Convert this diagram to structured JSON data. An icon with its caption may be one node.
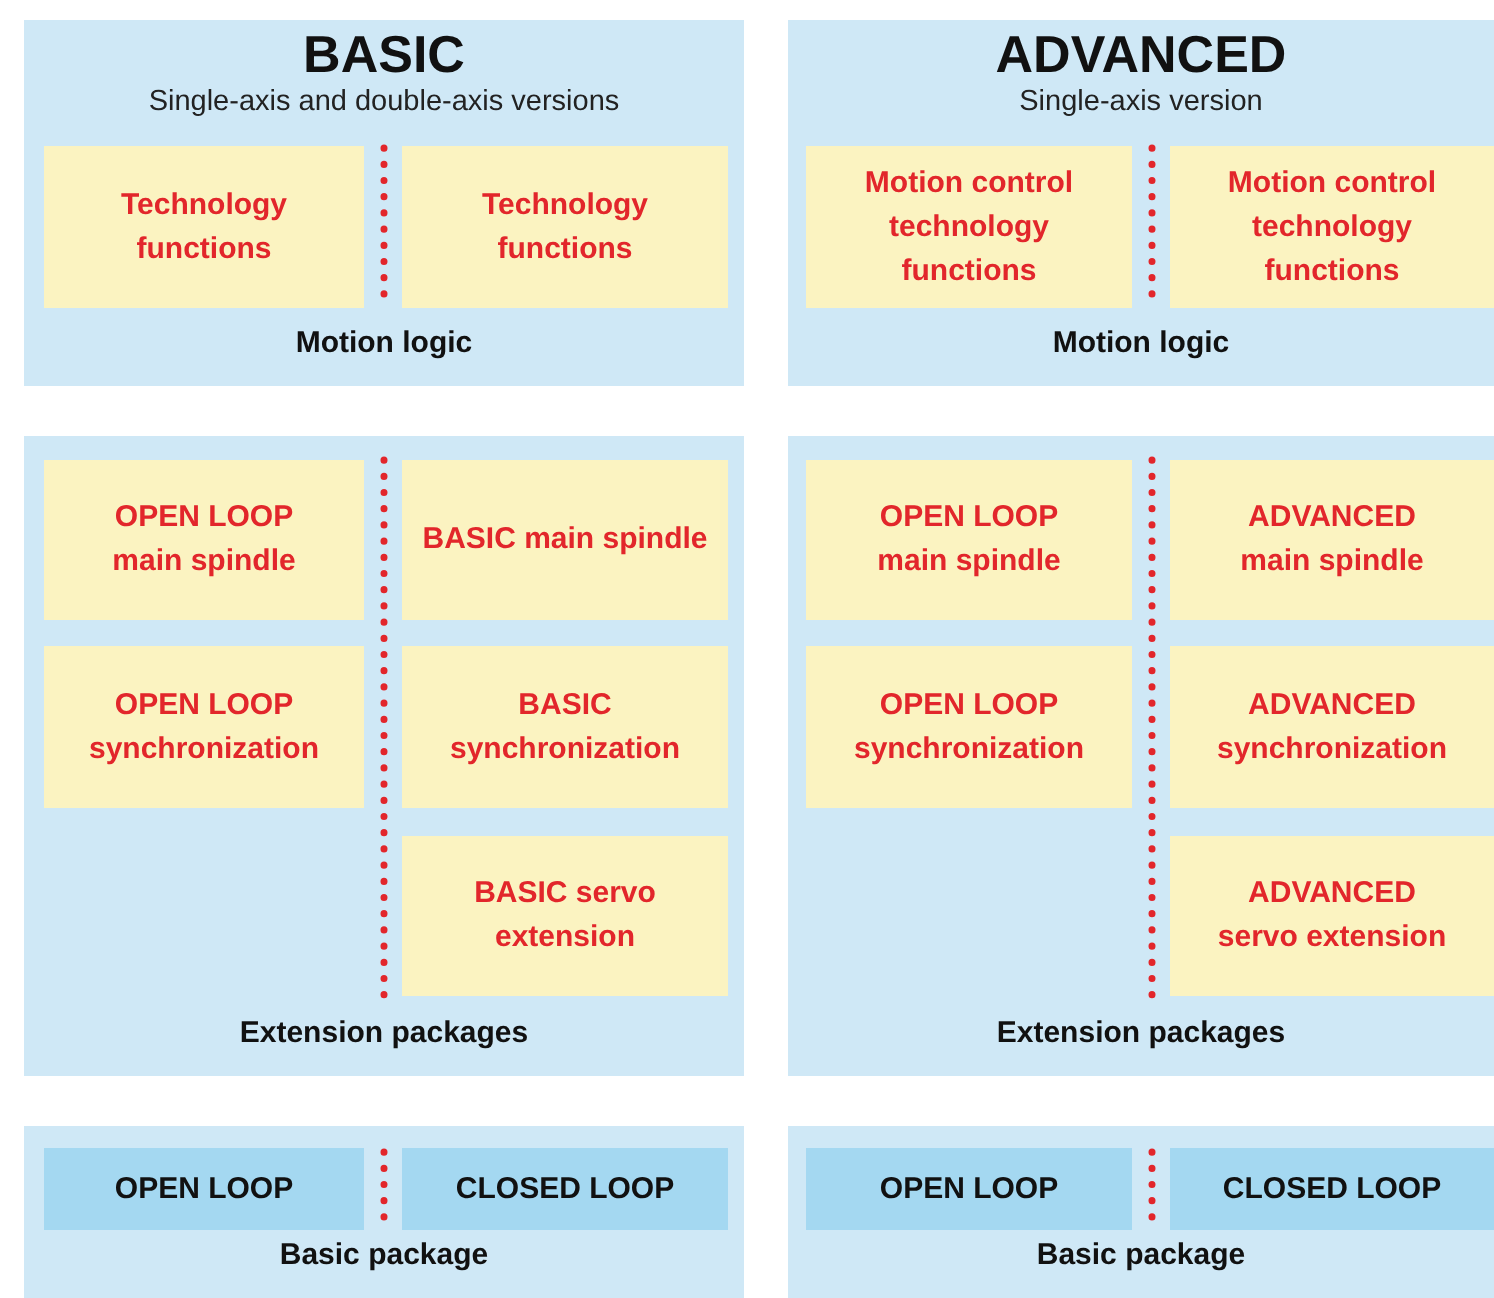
{
  "diagram": {
    "nodes": [
      {
        "text": [
          "BASIC",
          "Single-axis and double-axis versions",
          "Motion logic"
        ]
      },
      {
        "text": [
          "Technology functions"
        ],
        "in": 0
      },
      {
        "text": [
          "Technology functions"
        ],
        "in": 0
      },
      {
        "text": [
          "ADVANCED",
          "Single-axis version",
          "Motion logic"
        ]
      },
      {
        "text": [
          "Motion control technology functions"
        ],
        "in": 3
      },
      {
        "text": [
          "Motion control technology functions"
        ],
        "in": 3
      },
      {
        "text": [
          "Extension packages"
        ]
      },
      {
        "text": [
          "OPEN LOOP main spindle"
        ],
        "in": 6
      },
      {
        "text": [
          "BASIC main spindle"
        ],
        "in": 6
      },
      {
        "text": [
          "OPEN LOOP synchronization"
        ],
        "in": 6
      },
      {
        "text": [
          "BASIC synchronization"
        ],
        "in": 6
      },
      {
        "text": [
          "BASIC servo extension"
        ],
        "in": 6
      },
      {
        "text": [
          "Extension packages"
        ]
      },
      {
        "text": [
          "OPEN LOOP main spindle"
        ],
        "in": 12
      },
      {
        "text": [
          "ADVANCED main spindle"
        ],
        "in": 12
      },
      {
        "text": [
          "OPEN LOOP synchronization"
        ],
        "in": 12
      },
      {
        "text": [
          "ADVANCED synchronization"
        ],
        "in": 12
      },
      {
        "text": [
          "ADVANCED servo extension"
        ],
        "in": 12
      },
      {
        "text": [
          "Basic package"
        ]
      },
      {
        "text": [
          "OPEN LOOP"
        ],
        "in": 18
      },
      {
        "text": [
          "CLOSED LOOP"
        ],
        "in": 18
      },
      {
        "text": [
          "Basic package"
        ]
      },
      {
        "text": [
          "OPEN LOOP"
        ],
        "in": 21
      },
      {
        "text": [
          "CLOSED LOOP"
        ],
        "in": 21
      }
    ]
  }
}
